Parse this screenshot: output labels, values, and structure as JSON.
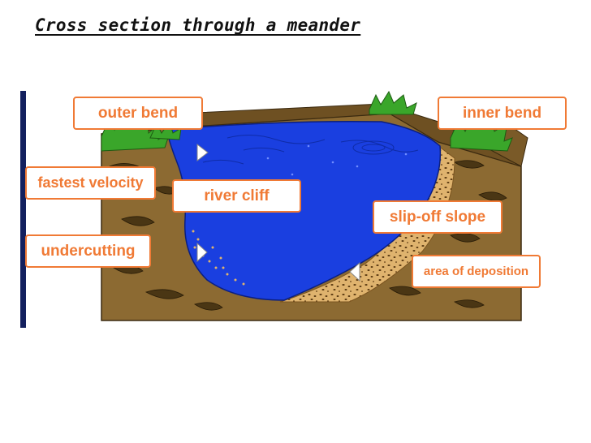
{
  "title": "Cross section through a meander",
  "labels": {
    "outer_bend": "outer bend",
    "inner_bend": "inner bend",
    "fastest_velocity": "fastest velocity",
    "river_cliff": "river cliff",
    "slip_off_slope": "slip-off slope",
    "undercutting": "undercutting",
    "area_of_deposition": "area of deposition"
  },
  "colors": {
    "label_text": "#f07a35",
    "label_border": "#f07a35",
    "water": "#1a3fe0",
    "soil": "#8c6a32",
    "grass": "#3aa62a",
    "deposit": "#d9ad6a",
    "sidebar": "#13205e"
  }
}
